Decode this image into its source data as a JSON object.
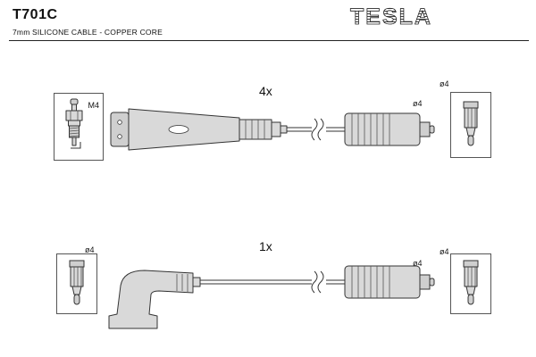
{
  "header": {
    "code": "T701C",
    "subtitle": "7mm SILICONE CABLE - COPPER CORE",
    "brand": "TESLA"
  },
  "diagram": {
    "top_row": {
      "quantity": "4x",
      "plug_label": "M4",
      "connector_label": "ø4",
      "terminal_label": "ø4"
    },
    "bottom_row": {
      "quantity": "1x",
      "left_terminal_label": "ø4",
      "connector_label": "ø4",
      "right_terminal_label": "ø4"
    }
  }
}
